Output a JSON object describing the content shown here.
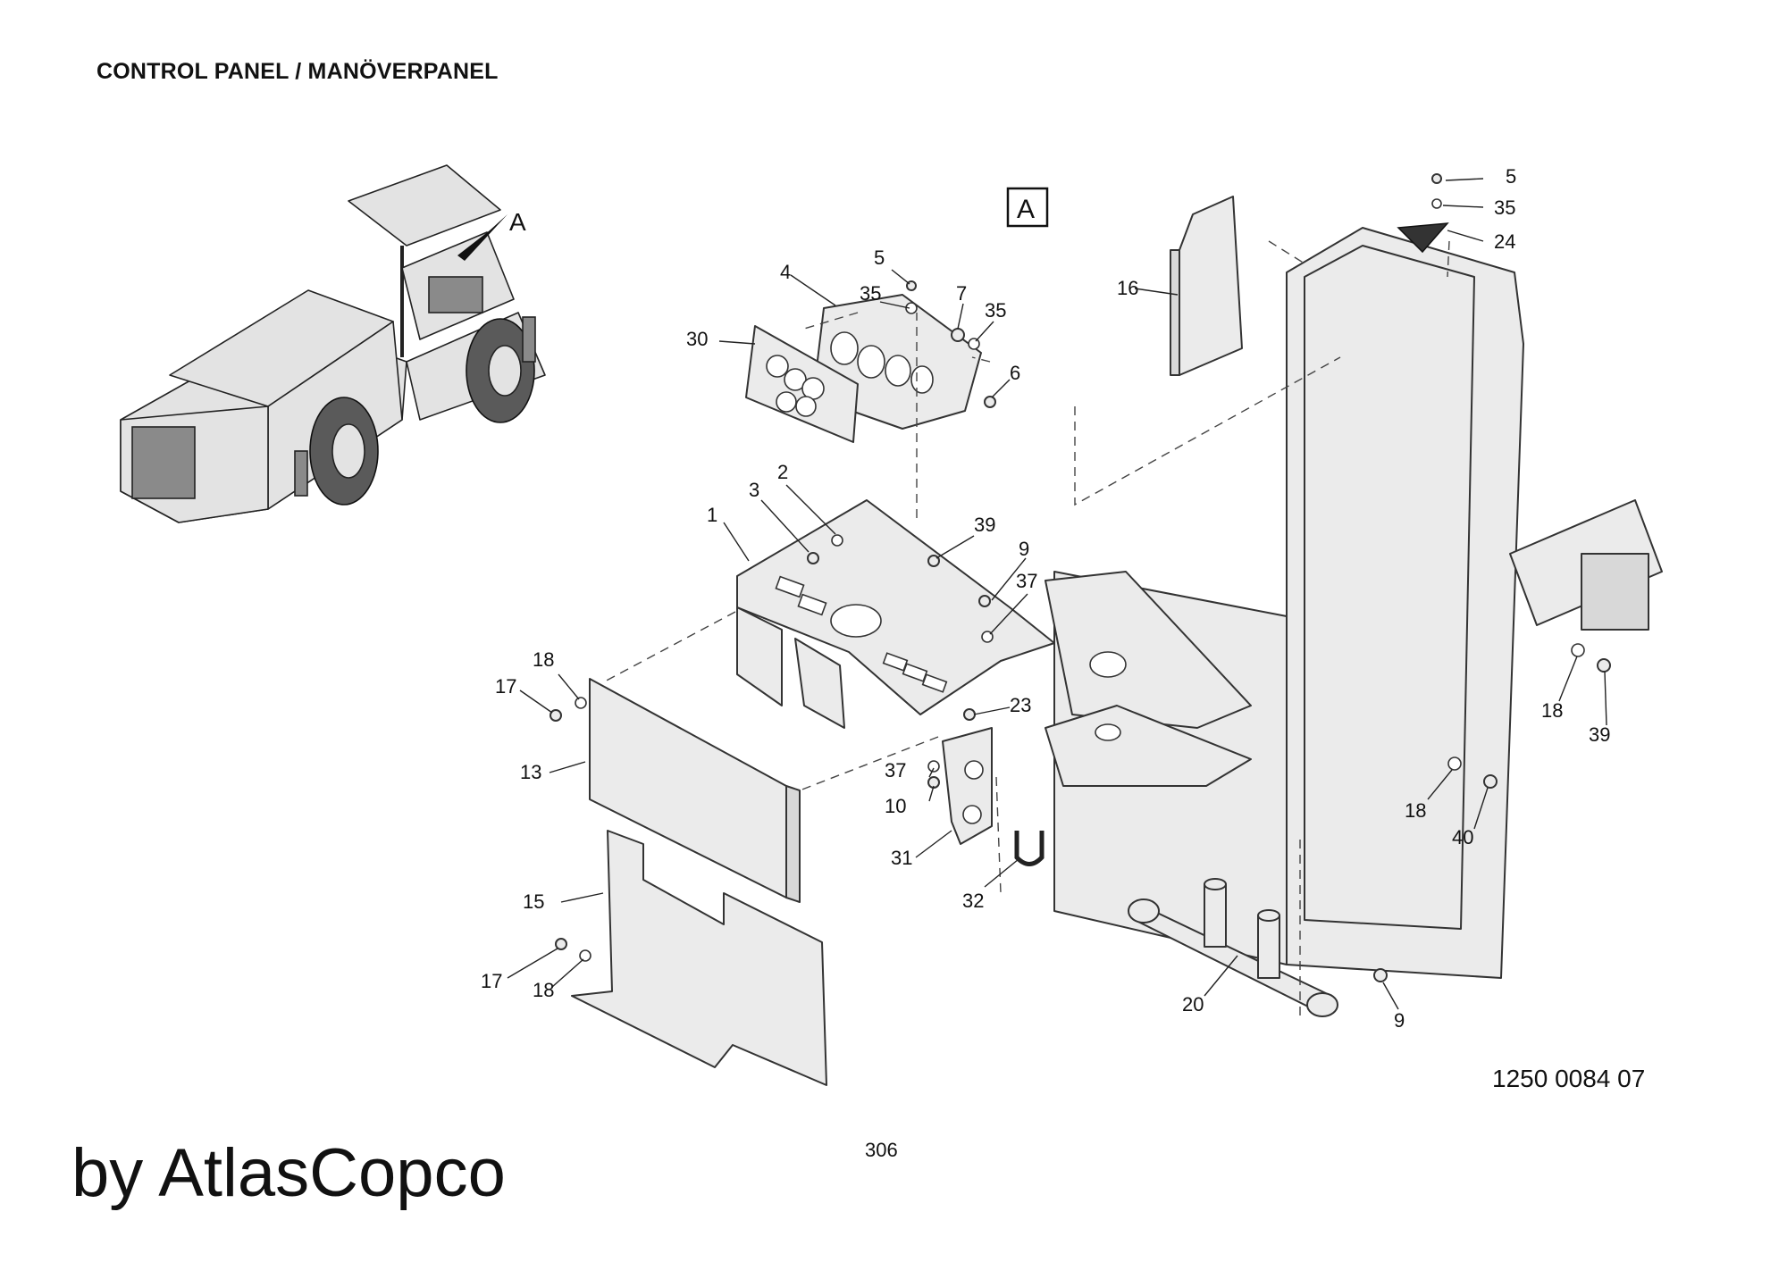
{
  "header": {
    "title": "CONTROL PANEL / MANÖVERPANEL"
  },
  "detail_marker": {
    "label": "A"
  },
  "vehicle_callout": {
    "label": "A"
  },
  "part_labels": [
    "1",
    "2",
    "3",
    "4",
    "5",
    "35",
    "7",
    "35",
    "6",
    "30",
    "39",
    "9",
    "37",
    "23",
    "37",
    "10",
    "31",
    "32",
    "18",
    "17",
    "13",
    "15",
    "17",
    "18",
    "16",
    "5",
    "35",
    "24",
    "18",
    "39",
    "18",
    "40",
    "20",
    "9"
  ],
  "footer": {
    "drawing_number": "1250 0084 07",
    "page_number": "306",
    "brand": "by AtlasCopco"
  }
}
